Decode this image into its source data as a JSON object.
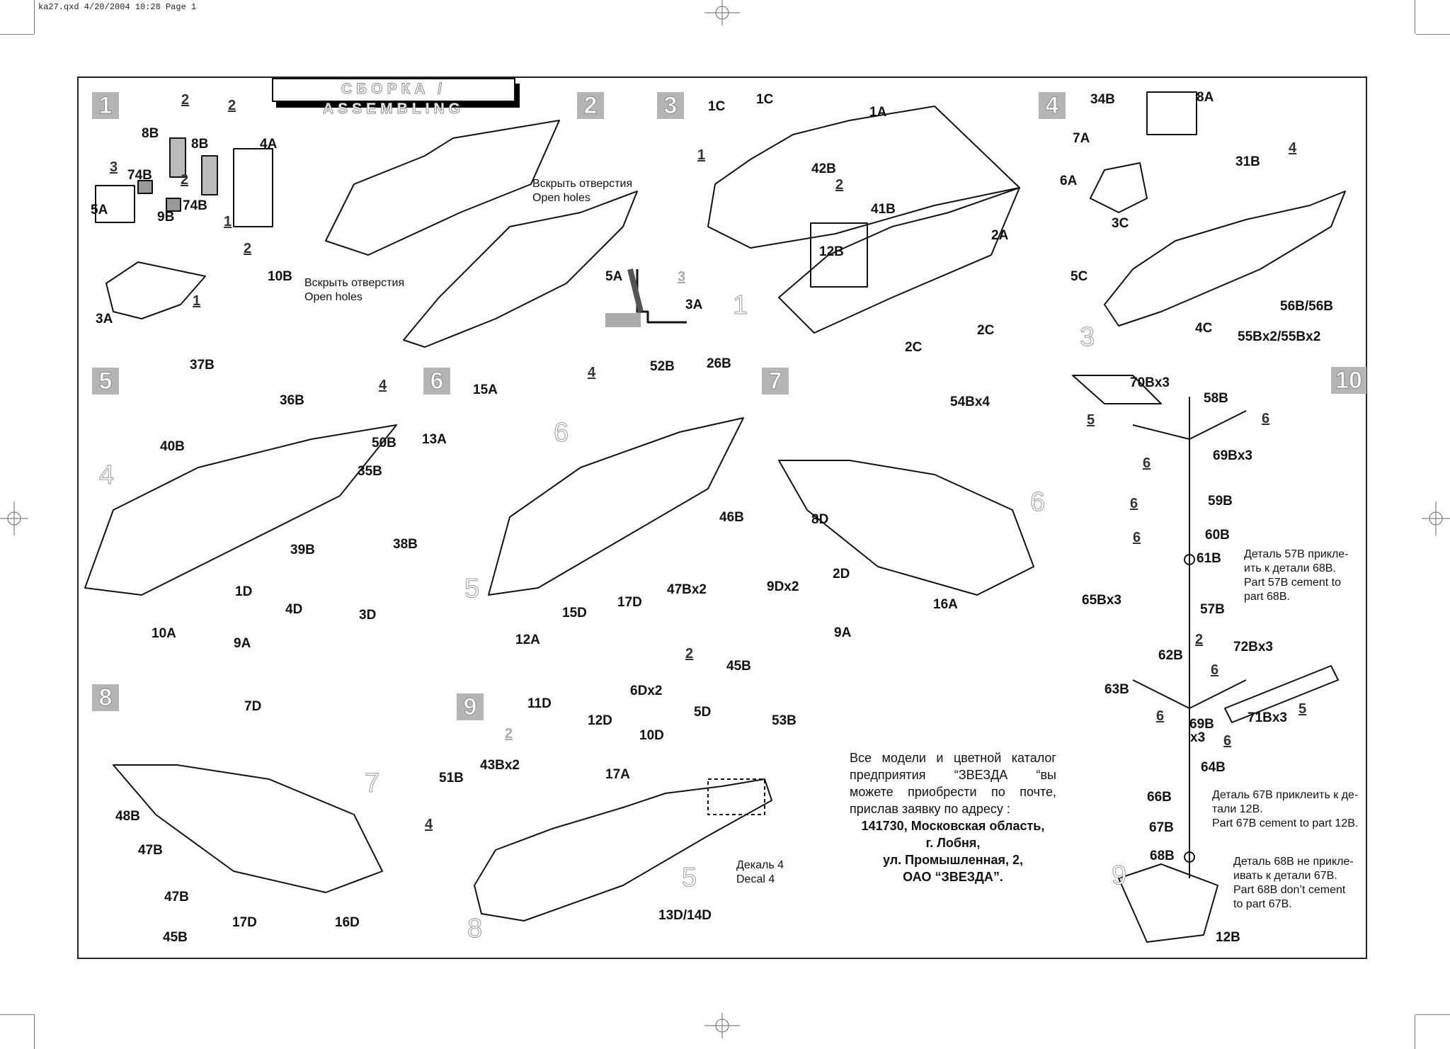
{
  "slug": "ka27.qxd  4/20/2004  10:28  Page 1",
  "banner": "СБОРКА / ASSEMBLING",
  "steps": [
    {
      "number": "1",
      "parts": [
        "8B",
        "8B",
        "4A",
        "74B",
        "74B",
        "9B",
        "5A",
        "10B",
        "3A"
      ],
      "refs": [
        "2",
        "2",
        "3",
        "2",
        "1",
        "2",
        "1"
      ]
    },
    {
      "number": "2",
      "notes": [
        "Вскрыть отверстия",
        "Open holes"
      ],
      "parts": [
        "5A",
        "3A"
      ],
      "refs": [
        "3"
      ]
    },
    {
      "number": "3",
      "parts": [
        "1C",
        "1C",
        "1A",
        "42B",
        "41B",
        "12B",
        "2A",
        "2C",
        "2C"
      ],
      "refs": [
        "1",
        "2"
      ]
    },
    {
      "number": "4",
      "parts": [
        "34B",
        "8A",
        "7A",
        "6A",
        "31B",
        "3C",
        "5C",
        "4C",
        "56B/56B",
        "55Bx2/55Bx2"
      ],
      "refs": [
        "4"
      ]
    },
    {
      "number": "5",
      "parts": [
        "37B",
        "36B",
        "40B",
        "50B",
        "35B",
        "38B",
        "39B",
        "1D",
        "4D",
        "3D",
        "10A",
        "9A"
      ],
      "refs": [
        "4"
      ]
    },
    {
      "number": "6",
      "parts": [
        "15A",
        "13A",
        "52B",
        "26B",
        "46B",
        "47Bx2",
        "15D",
        "17D",
        "12A",
        "45B"
      ],
      "refs": [
        "4",
        "2"
      ]
    },
    {
      "number": "7",
      "parts": [
        "54Bx4",
        "8D",
        "9Dx2",
        "2D",
        "16A",
        "9A"
      ]
    },
    {
      "number": "8",
      "parts": [
        "7D",
        "48B",
        "47B",
        "47B",
        "17D",
        "16D",
        "45B"
      ]
    },
    {
      "number": "9",
      "parts": [
        "11D",
        "6Dx2",
        "5D",
        "12D",
        "10D",
        "53B",
        "43Bx2",
        "17A",
        "51B",
        "13D/14D"
      ],
      "refs": [
        "2",
        "4"
      ],
      "decal": [
        "Декаль 4",
        "Decal 4"
      ]
    },
    {
      "number": "10",
      "parts": [
        "70Bx3",
        "58B",
        "69Bx3",
        "59B",
        "60B",
        "61B",
        "65Bx3",
        "57B",
        "72Bx3",
        "62B",
        "63B",
        "71Bx3",
        "69B",
        "x3",
        "64B",
        "66B",
        "67B",
        "68B",
        "12B"
      ],
      "refs": [
        "5",
        "6",
        "6",
        "6",
        "6",
        "2",
        "6",
        "6",
        "6",
        "5"
      ]
    }
  ],
  "ghost_numbers": [
    "1",
    "3",
    "4",
    "6",
    "5",
    "6",
    "7",
    "5",
    "8",
    "9"
  ],
  "notes": {
    "n57": [
      "Деталь 57B прикле-",
      "ить к детали 68B.",
      "Part 57B cement to",
      "part 68B."
    ],
    "n67": [
      "Деталь 67B приклеить к де-",
      "тали 12B.",
      "Part 67B cement to part 12B."
    ],
    "n68": [
      "Деталь 68B не прикле-",
      "ивать к детали 67B.",
      "Part 68B don’t cement",
      "to part 67B."
    ]
  },
  "address": {
    "lines": [
      "Все модели и цветной каталог",
      "предприятия “ЗВЕЗДА “вы",
      "можете приобрести по почте,",
      "прислав заявку по адресу :"
    ],
    "bold": [
      "141730, Московская область,",
      "г. Лобня,",
      "ул. Промышленная, 2,",
      "ОАО “ЗВЕЗДА”."
    ]
  }
}
